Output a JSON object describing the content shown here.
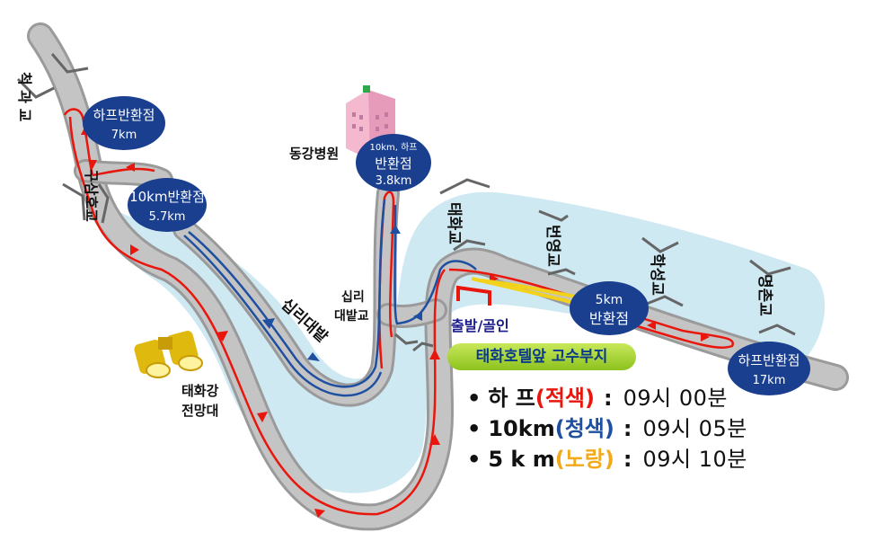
{
  "colors": {
    "river": "#cfe9f3",
    "road": "#bdbdbd",
    "road_edge": "#8a8a8a",
    "half_route": "#e8160c",
    "route_10k": "#1f4fa0",
    "route_5k": "#f2d21a",
    "badge": "#1b3f8f",
    "venue_bg": "#a4d43a"
  },
  "bridges": {
    "jeokgak": "척 과 교",
    "gusamho": "구삼호교",
    "taehwa": "태화교",
    "beonyeong": "번영교",
    "hakseong": "학성교",
    "myeongchon": "명촌교"
  },
  "places": {
    "hospital": "동강병원",
    "sipri_bridge_line1": "십리",
    "sipri_bridge_line2": "대밭교",
    "sipri_forest": "십리대밭",
    "observatory_line1": "태화강",
    "observatory_line2": "전망대",
    "start_finish": "출발/골인",
    "venue": "태화호텔앞 고수부지"
  },
  "turn_points": {
    "half_7k": {
      "title": "하프반환점",
      "distance": "7km"
    },
    "k10_5_7": {
      "title": "10km반환점",
      "distance": "5.7km"
    },
    "k10_half_3_8": {
      "caption": "10km, 하프",
      "title": "반환점",
      "distance": "3.8km"
    },
    "k5": {
      "line1": "5km",
      "line2": "반환점"
    },
    "half_17k": {
      "title": "하프반환점",
      "distance": "17km"
    }
  },
  "legend": [
    {
      "name": "하  프",
      "paren_open": "(",
      "color_name": "적색",
      "paren_close": ")",
      "colon": ":",
      "time": "09시 00분",
      "color": "#e8160c"
    },
    {
      "name": "10km",
      "paren_open": "(",
      "color_name": "청색",
      "paren_close": ")",
      "colon": ":",
      "time": "09시 05분",
      "color": "#1f4fa0"
    },
    {
      "name": "5 k m",
      "paren_open": "(",
      "color_name": "노랑",
      "paren_close": ")",
      "colon": ":",
      "time": "09시 10분",
      "color": "#f2a91a"
    }
  ]
}
